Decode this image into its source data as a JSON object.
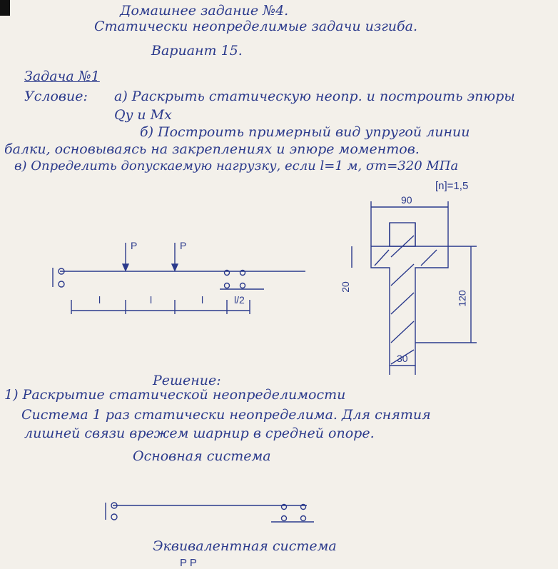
{
  "header": {
    "title": "Домашнее задание №4.",
    "subtitle": "Статически неопределимые задачи изгиба.",
    "variant": "Вариант 15."
  },
  "task": {
    "heading": "Задача №1",
    "condition_label": "Условие:",
    "a": "а) Раскрыть статическую неопр. и построить эпюры",
    "a2": "Qy и Mx",
    "b": "б) Построить примерный вид упругой линии",
    "b2": "балки, основываясь на закреплениях и эпюре моментов.",
    "c": "в) Определить допускаемую нагрузку, если l=1 м, σт=320 МПа",
    "c2": "[n]=1,5"
  },
  "beam_figure": {
    "load1": "P",
    "load2": "P",
    "span1": "l",
    "span2": "l",
    "span3": "l",
    "span4": "l/2"
  },
  "section_figure": {
    "width_top": "90",
    "flange": "20",
    "height": "120",
    "web": "30"
  },
  "solution": {
    "heading": "Решение:",
    "step1": "1) Раскрытие статической неопределимости",
    "line1": "Система 1 раз статически неопределима. Для снятия",
    "line2": "лишней связи врежем шарнир в средней опоре.",
    "basic_system": "Основная система",
    "equivalent_system": "Эквивалентная система",
    "bottom_loads": "P        P"
  }
}
